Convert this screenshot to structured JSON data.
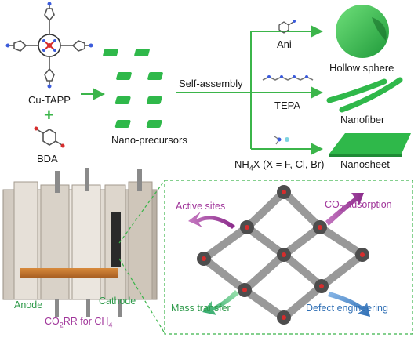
{
  "molecules": {
    "porphyrin_label": "Cu-TAPP",
    "plus_sign": "+",
    "linker_label": "BDA"
  },
  "center": {
    "precursor_label": "Nano-precursors",
    "process_label": "Self-assembly"
  },
  "branches": [
    {
      "reagent": "Ani",
      "product": "Hollow sphere"
    },
    {
      "reagent": "TEPA",
      "product": "Nanofiber"
    },
    {
      "reagent_prefix": "NH",
      "reagent_sub": "4",
      "reagent_suffix": "X (X = F, Cl, Br)",
      "product": "Nanosheet"
    }
  ],
  "cell": {
    "anode_label": "Anode",
    "cathode_label": "Cathode",
    "reaction_pre": "CO",
    "reaction_sub1": "2",
    "reaction_mid": "RR for CH",
    "reaction_sub2": "4"
  },
  "framework_panel": {
    "active_sites": "Active sites",
    "co2_pre": "CO",
    "co2_sub": "2",
    "co2_post": " adsorption",
    "mass_transfer": "Mass transfer",
    "defect_engineering": "Defect engineering"
  },
  "colors": {
    "arrow_green": "#3bb54a",
    "product_green": "#2fb84a",
    "purple": "#a0359a",
    "blue": "#2f6fb5",
    "label_green": "#2e9a4a"
  }
}
